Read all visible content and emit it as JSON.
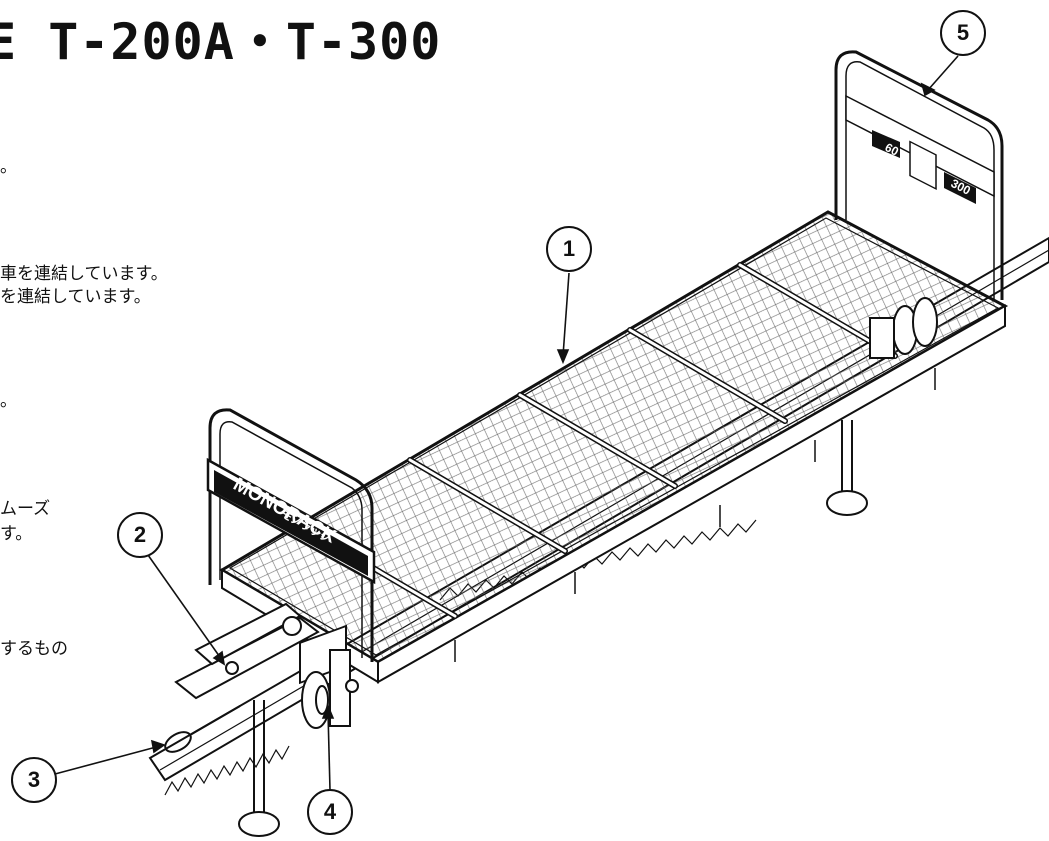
{
  "title": "E T-200A・T-300",
  "text_fragments": [
    "。",
    "車を連結しています。",
    "を連結しています。",
    "。",
    "ムーズ",
    "す。",
    "するもの"
  ],
  "callouts": [
    "1",
    "2",
    "3",
    "4",
    "5"
  ],
  "labels": {
    "brand": "MONORACK",
    "brand_sub": "モノラック",
    "panel_left": "60",
    "panel_right": "300"
  },
  "colors": {
    "ink": "#111111",
    "paper": "#ffffff"
  }
}
